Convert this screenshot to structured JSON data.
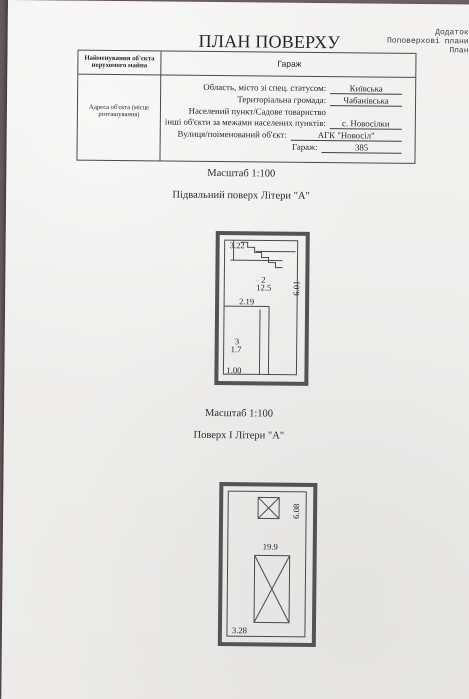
{
  "header": {
    "title": "ПЛАН ПОВЕРХУ",
    "right_note": [
      "Додаток",
      "Поповерхові плани",
      "План"
    ]
  },
  "table": {
    "object_label": "Найменування об'єкта нерухомого майна",
    "object_value": "Гараж",
    "address_label": "Адреса об'єкта (місце розташування)",
    "lines": [
      {
        "label": "Область, місто зі спец. статусом:",
        "value": "Київська"
      },
      {
        "label": "Територіальна громада:",
        "value": "Чабанівська"
      },
      {
        "label": "Населений пункт/Садове товариство",
        "value": ""
      },
      {
        "label": "інші об'єкти за межами населених пунктів:",
        "value": "с. Новосілки"
      },
      {
        "label": "Вулиця/поіменований об'єкт:",
        "value": "АГК \"Новосіл\""
      },
      {
        "label": "Гараж:",
        "value": "385"
      }
    ]
  },
  "sections": [
    {
      "scale": "Масштаб 1:100",
      "title": "Підвальний поверх Літери \"А\"",
      "dimensions": [
        "3.22",
        "2",
        "12.5",
        "6.01",
        "2.19",
        "3",
        "1.7",
        "1.00"
      ]
    },
    {
      "scale": "Масштаб 1:100",
      "title": "Поверх І Літери \"А\"",
      "dimensions": [
        "6.08",
        "19.9",
        "3.28"
      ]
    }
  ]
}
